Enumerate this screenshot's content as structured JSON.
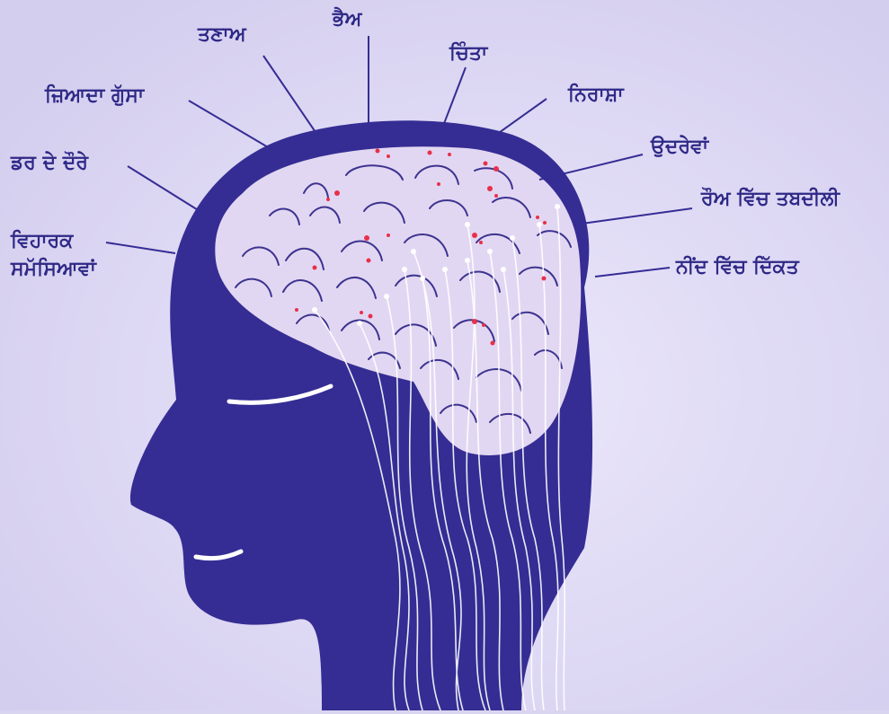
{
  "labels": {
    "stress": "ਤਣਾਅ",
    "fear": "ਭੈਅ",
    "worry": "ਚਿੰਤਾ",
    "excess_anger": "ਜ਼ਿਆਦਾ ਗੁੱਸਾ",
    "despair": "ਨਿਰਾਸ਼ਾ",
    "panic_attacks": "ਡਰ ਦੇ ਦੌਰੇ",
    "restlessness": "ਉਦਰੇਵਾਂ",
    "mood_change": "ਰੌਅ ਵਿੱਚ ਤਬਦੀਲੀ",
    "behavior_problems_line1": "ਵਿਹਾਰਕ",
    "behavior_problems_line2": "ਸਮੱਸਿਆਵਾਂ",
    "sleep_difficulty": "ਨੀਂਦ ਵਿੱਚ ਦਿੱਕਤ"
  },
  "colors": {
    "background": "#d9d5f0",
    "head": "#352d94",
    "brain": "#e2d7f2",
    "text": "#2e2887",
    "neuron_dot": "#e8304a",
    "nerve": "#ffffff"
  }
}
